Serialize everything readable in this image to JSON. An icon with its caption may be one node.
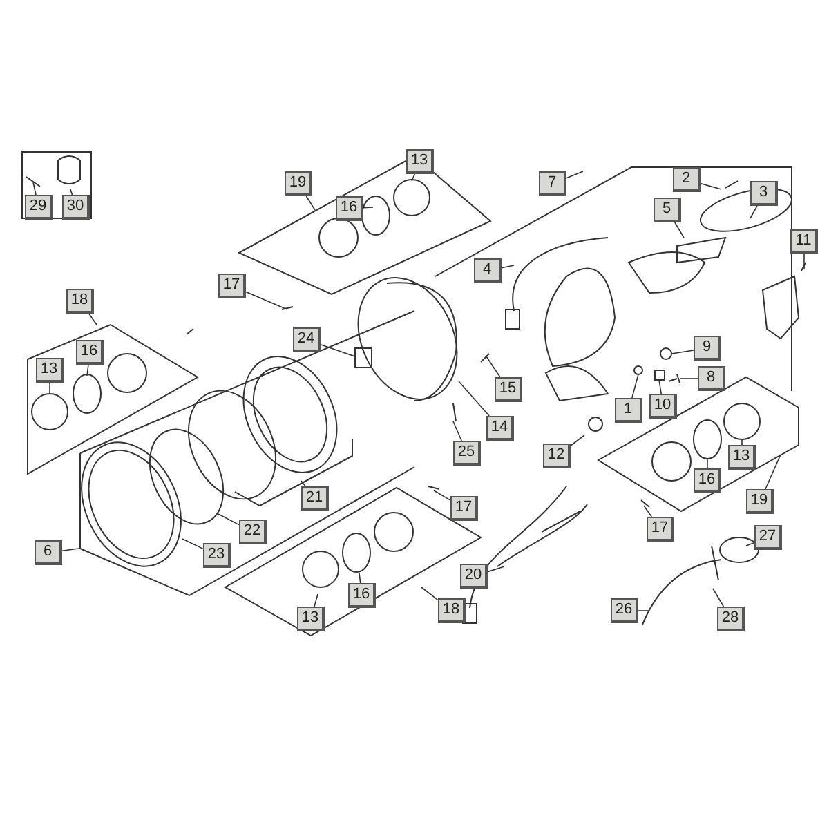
{
  "diagram": {
    "nodes": [
      {
        "text": [
          "19"
        ]
      },
      {
        "text": [
          "7"
        ]
      },
      {
        "text": [
          "2"
        ]
      },
      {
        "text": [
          "3"
        ]
      },
      {
        "text": [
          "13"
        ]
      },
      {
        "text": [
          "29"
        ]
      },
      {
        "text": [
          "30"
        ]
      },
      {
        "text": [
          "16"
        ]
      },
      {
        "text": [
          "5"
        ]
      },
      {
        "text": [
          "11"
        ]
      },
      {
        "text": [
          "4"
        ]
      },
      {
        "text": [
          "17"
        ]
      },
      {
        "text": [
          "18"
        ]
      },
      {
        "text": [
          "24"
        ]
      },
      {
        "text": [
          "16"
        ]
      },
      {
        "text": [
          "9"
        ]
      },
      {
        "text": [
          "13"
        ]
      },
      {
        "text": [
          "8"
        ]
      },
      {
        "text": [
          "15"
        ]
      },
      {
        "text": [
          "10"
        ]
      },
      {
        "text": [
          "1"
        ]
      },
      {
        "text": [
          "14"
        ]
      },
      {
        "text": [
          "25"
        ]
      },
      {
        "text": [
          "12"
        ]
      },
      {
        "text": [
          "13"
        ]
      },
      {
        "text": [
          "16"
        ]
      },
      {
        "text": [
          "21"
        ]
      },
      {
        "text": [
          "19"
        ]
      },
      {
        "text": [
          "17"
        ]
      },
      {
        "text": [
          "17"
        ]
      },
      {
        "text": [
          "22"
        ]
      },
      {
        "text": [
          "27"
        ]
      },
      {
        "text": [
          "6"
        ]
      },
      {
        "text": [
          "23"
        ]
      },
      {
        "text": [
          "20"
        ]
      },
      {
        "text": [
          "16"
        ]
      },
      {
        "text": [
          "18"
        ]
      },
      {
        "text": [
          "26"
        ]
      },
      {
        "text": [
          "13"
        ]
      },
      {
        "text": [
          "28"
        ]
      },
      {
        "text": [],
        "shape": "box"
      },
      {
        "text": [],
        "shape": "circle"
      },
      {
        "text": [],
        "shape": "picture"
      },
      {
        "text": [],
        "shape": "circle"
      },
      {
        "text": [],
        "shape": "box"
      }
    ],
    "edges": [
      {
        "from": 0,
        "to": null,
        "arrow": "none"
      },
      {
        "from": 1,
        "to": null,
        "arrow": "none"
      },
      {
        "from": 2,
        "to": null,
        "arrow": "none"
      },
      {
        "from": 3,
        "to": null,
        "arrow": "none"
      },
      {
        "from": 4,
        "to": null,
        "arrow": "none"
      },
      {
        "from": 5,
        "to": null,
        "arrow": "none"
      },
      {
        "from": 6,
        "to": null,
        "arrow": "none"
      },
      {
        "from": 7,
        "to": null,
        "arrow": "none"
      },
      {
        "from": 8,
        "to": null,
        "arrow": "none"
      },
      {
        "from": 9,
        "to": null,
        "arrow": "none"
      },
      {
        "from": 10,
        "to": null,
        "arrow": "none"
      },
      {
        "from": 11,
        "to": null,
        "arrow": "none"
      },
      {
        "from": 12,
        "to": null,
        "arrow": "none"
      },
      {
        "from": 13,
        "to": 40,
        "arrow": "none"
      },
      {
        "from": 14,
        "to": null,
        "arrow": "none"
      },
      {
        "from": 15,
        "to": 41,
        "arrow": "none"
      },
      {
        "from": 16,
        "to": null,
        "arrow": "none"
      },
      {
        "from": 17,
        "to": 42,
        "arrow": "none"
      },
      {
        "from": 18,
        "to": null,
        "arrow": "none"
      },
      {
        "from": 19,
        "to": 44,
        "arrow": "none"
      },
      {
        "from": 20,
        "to": 43,
        "arrow": "none"
      },
      {
        "from": 21,
        "to": null,
        "arrow": "none"
      },
      {
        "from": 22,
        "to": null,
        "arrow": "none"
      },
      {
        "from": 23,
        "to": null,
        "arrow": "none"
      },
      {
        "from": 24,
        "to": null,
        "arrow": "none"
      },
      {
        "from": 25,
        "to": null,
        "arrow": "none"
      },
      {
        "from": 26,
        "to": null,
        "arrow": "none"
      },
      {
        "from": 27,
        "to": null,
        "arrow": "none"
      },
      {
        "from": 28,
        "to": null,
        "arrow": "none"
      },
      {
        "from": 29,
        "to": null,
        "arrow": "none"
      },
      {
        "from": 30,
        "to": null,
        "arrow": "none"
      },
      {
        "from": 31,
        "to": null,
        "arrow": "none"
      },
      {
        "from": 32,
        "to": null,
        "arrow": "none"
      },
      {
        "from": 33,
        "to": null,
        "arrow": "none"
      },
      {
        "from": 34,
        "to": null,
        "arrow": "none"
      },
      {
        "from": 35,
        "to": null,
        "arrow": "none"
      },
      {
        "from": 36,
        "to": null,
        "arrow": "none"
      },
      {
        "from": 37,
        "to": null,
        "arrow": "none"
      },
      {
        "from": 38,
        "to": null,
        "arrow": "none"
      },
      {
        "from": 39,
        "to": null,
        "arrow": "none"
      }
    ]
  }
}
